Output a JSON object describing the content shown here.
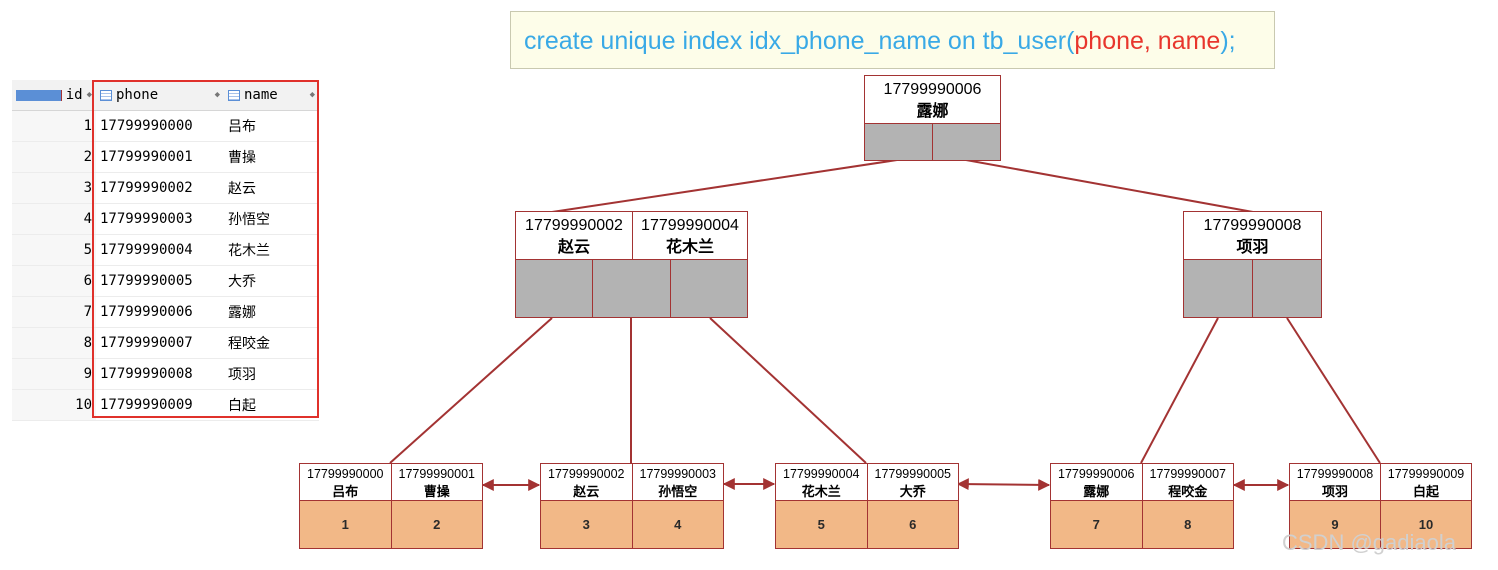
{
  "sql": {
    "prefix": "create unique index idx_phone_name on tb_user(",
    "cols": "phone, name",
    "suffix": ");"
  },
  "table": {
    "headers": [
      "id",
      "phone",
      "name"
    ],
    "rows": [
      {
        "id": "1",
        "phone": "17799990000",
        "name": "吕布"
      },
      {
        "id": "2",
        "phone": "17799990001",
        "name": "曹操"
      },
      {
        "id": "3",
        "phone": "17799990002",
        "name": "赵云"
      },
      {
        "id": "4",
        "phone": "17799990003",
        "name": "孙悟空"
      },
      {
        "id": "5",
        "phone": "17799990004",
        "name": "花木兰"
      },
      {
        "id": "6",
        "phone": "17799990005",
        "name": "大乔"
      },
      {
        "id": "7",
        "phone": "17799990006",
        "name": "露娜"
      },
      {
        "id": "8",
        "phone": "17799990007",
        "name": "程咬金"
      },
      {
        "id": "9",
        "phone": "17799990008",
        "name": "项羽"
      },
      {
        "id": "10",
        "phone": "17799990009",
        "name": "白起"
      }
    ]
  },
  "tree": {
    "root": {
      "keys": [
        {
          "phone": "17799990006",
          "name": "露娜"
        }
      ]
    },
    "internal": [
      {
        "keys": [
          {
            "phone": "17799990002",
            "name": "赵云"
          },
          {
            "phone": "17799990004",
            "name": "花木兰"
          }
        ]
      },
      {
        "keys": [
          {
            "phone": "17799990008",
            "name": "项羽"
          }
        ]
      }
    ],
    "leaves": [
      {
        "keys": [
          {
            "phone": "17799990000",
            "name": "吕布",
            "id": "1"
          },
          {
            "phone": "17799990001",
            "name": "曹操",
            "id": "2"
          }
        ]
      },
      {
        "keys": [
          {
            "phone": "17799990002",
            "name": "赵云",
            "id": "3"
          },
          {
            "phone": "17799990003",
            "name": "孙悟空",
            "id": "4"
          }
        ]
      },
      {
        "keys": [
          {
            "phone": "17799990004",
            "name": "花木兰",
            "id": "5"
          },
          {
            "phone": "17799990005",
            "name": "大乔",
            "id": "6"
          }
        ]
      },
      {
        "keys": [
          {
            "phone": "17799990006",
            "name": "露娜",
            "id": "7"
          },
          {
            "phone": "17799990007",
            "name": "程咬金",
            "id": "8"
          }
        ]
      },
      {
        "keys": [
          {
            "phone": "17799990008",
            "name": "项羽",
            "id": "9"
          },
          {
            "phone": "17799990009",
            "name": "白起",
            "id": "10"
          }
        ]
      }
    ]
  },
  "colors": {
    "edge": "#a33333",
    "pointer": "#b3b3b3",
    "leaf_value": "#f2b887",
    "highlight": "#e8362d",
    "sql_text": "#39a9e6"
  },
  "watermark": "CSDN @gadiaola"
}
